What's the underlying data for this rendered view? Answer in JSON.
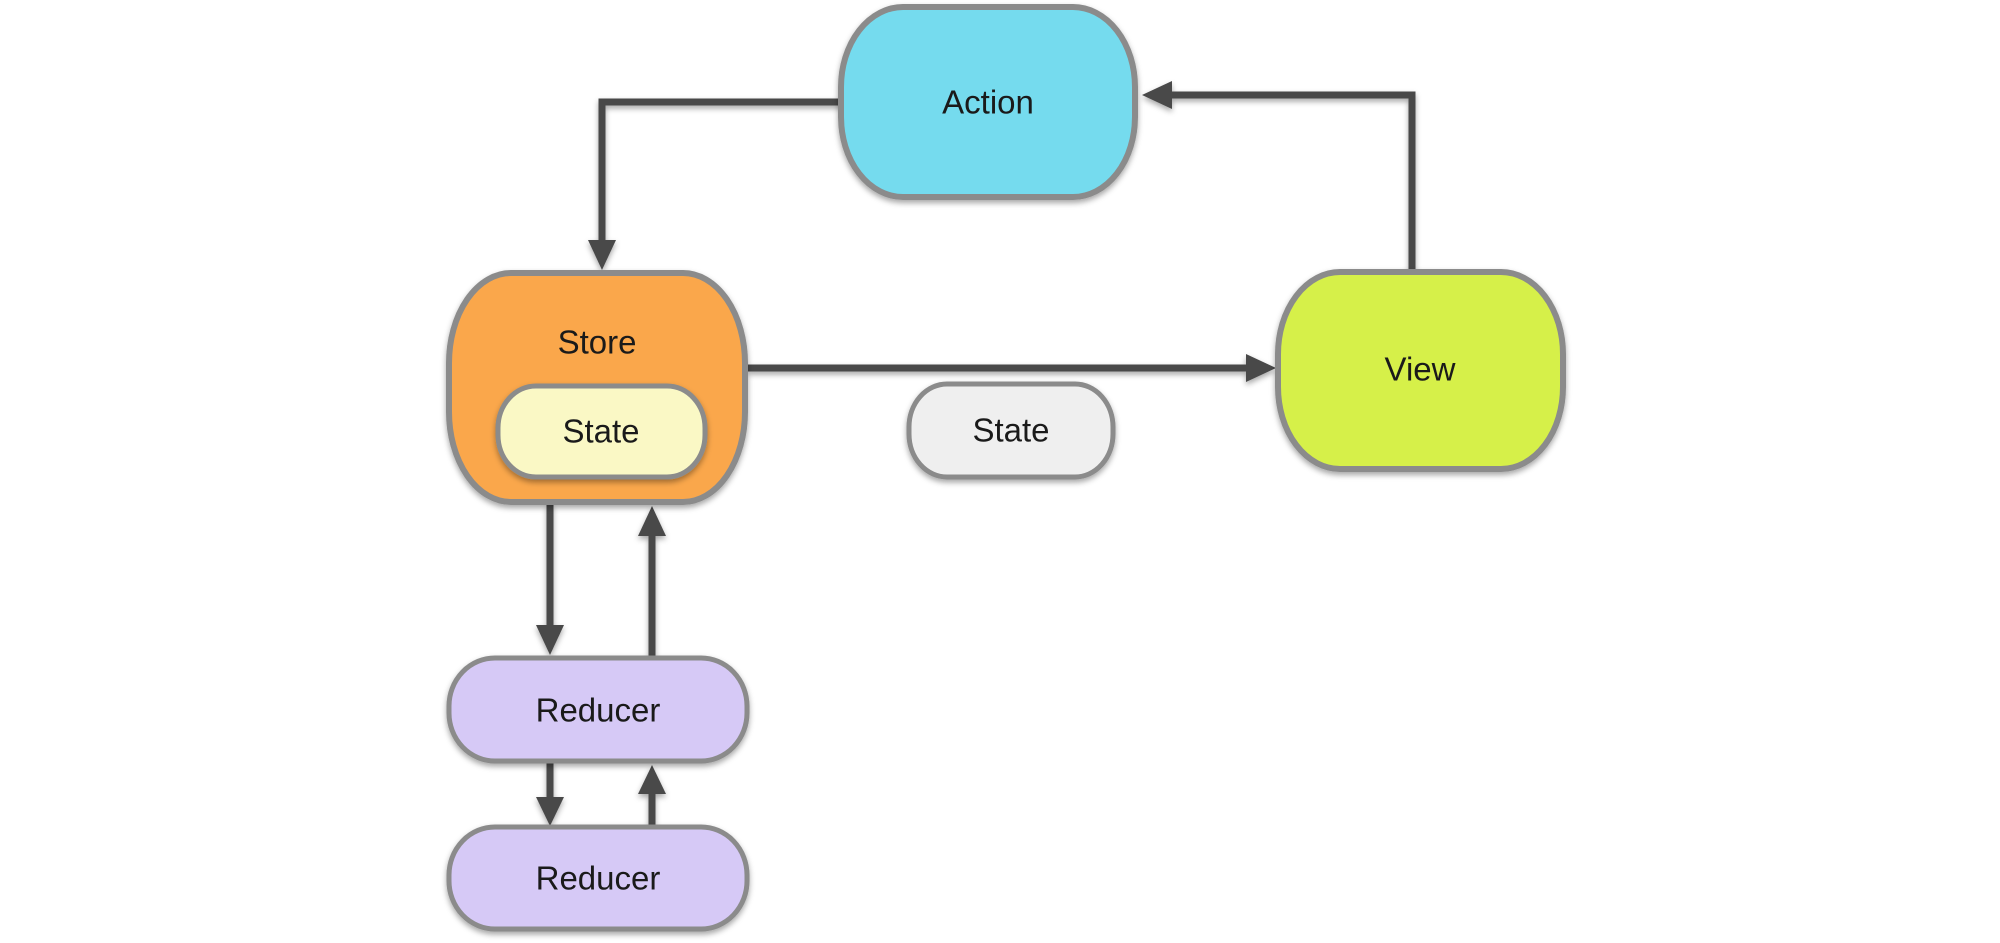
{
  "diagram": {
    "nodes": {
      "action": {
        "label": "Action",
        "fill": "#74DBEE"
      },
      "store": {
        "label": "Store",
        "fill": "#FAA74B"
      },
      "store_state": {
        "label": "State",
        "fill": "#FAF8C5"
      },
      "view": {
        "label": "View",
        "fill": "#D6F049"
      },
      "state": {
        "label": "State",
        "fill": "#EFEFEF"
      },
      "reducer_1": {
        "label": "Reducer",
        "fill": "#D6C9F6"
      },
      "reducer_2": {
        "label": "Reducer",
        "fill": "#D6C9F6"
      }
    },
    "edges": [
      {
        "from": "view",
        "to": "action"
      },
      {
        "from": "action",
        "to": "store"
      },
      {
        "from": "store",
        "to": "view"
      },
      {
        "from": "store",
        "to": "reducer_1"
      },
      {
        "from": "reducer_1",
        "to": "store"
      },
      {
        "from": "reducer_1",
        "to": "reducer_2"
      },
      {
        "from": "reducer_2",
        "to": "reducer_1"
      }
    ],
    "colors": {
      "node_border": "#8B8B8B",
      "arrow": "#4A4A4A",
      "text": "#1A1A1A"
    }
  }
}
